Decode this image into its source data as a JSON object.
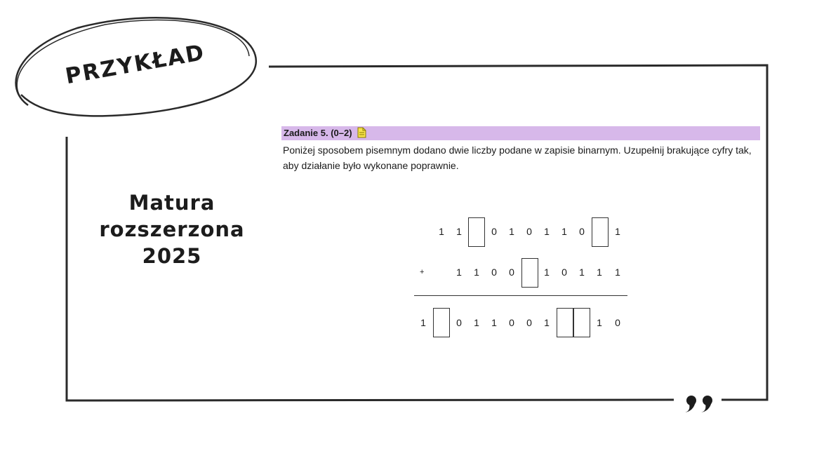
{
  "stamp": {
    "label": "PRZYKŁAD"
  },
  "side": {
    "line1": "Matura",
    "line2": "rozszerzona",
    "line3": "2025"
  },
  "task": {
    "title": "Zadanie 5. (0–2)",
    "icon": "document-icon",
    "body": "Poniżej sposobem pisemnym dodano dwie liczby podane w zapisie binarnym. Uzupełnij brakujące cyfry tak, aby działanie było wykonane poprawnie."
  },
  "addition": {
    "row1": [
      "1",
      "1",
      "",
      "0",
      "1",
      "0",
      "1",
      "1",
      "0",
      "",
      "1"
    ],
    "row2_sign": "+",
    "row2": [
      "1",
      "1",
      "0",
      "0",
      "",
      "1",
      "0",
      "1",
      "1",
      "1"
    ],
    "row3": [
      "1",
      "",
      "0",
      "1",
      "1",
      "0",
      "0",
      "1",
      "",
      "",
      "1",
      "0"
    ]
  },
  "decor": {
    "quote_icon": "quote-icon",
    "accent": "#d7b8ea"
  }
}
